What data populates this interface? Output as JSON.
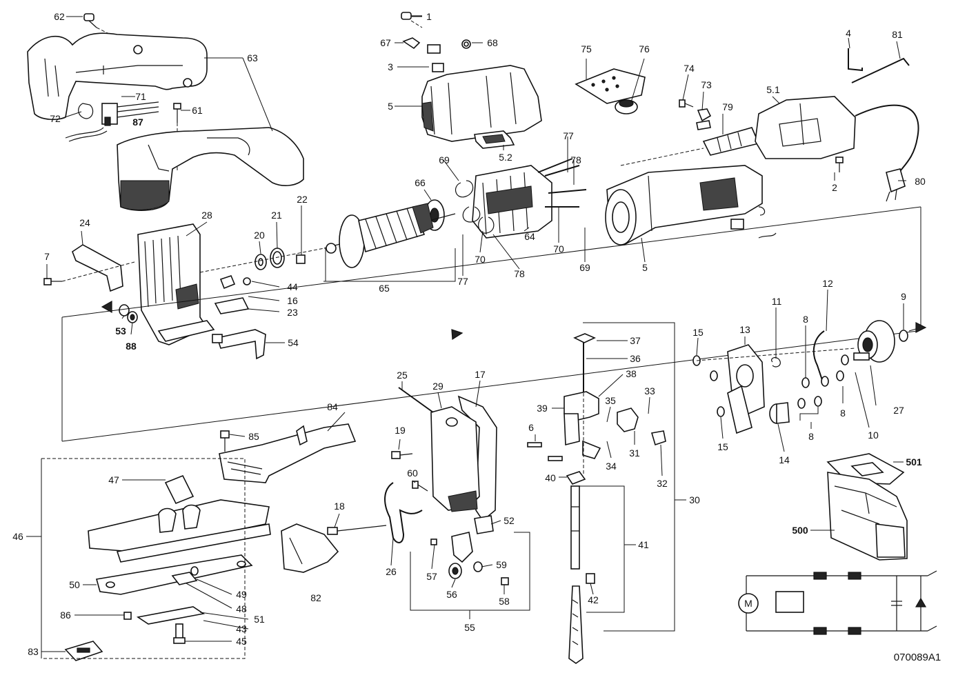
{
  "labels": {
    "l62": "62",
    "l1": "1",
    "l67": "67",
    "l68": "68",
    "l4": "4",
    "l81": "81",
    "l63": "63",
    "l3": "3",
    "l75": "75",
    "l76": "76",
    "l74": "74",
    "l73": "73",
    "l5_1": "5.1",
    "l71": "71",
    "l61": "61",
    "l72": "72",
    "l87": "87",
    "l5a": "5",
    "l79": "79",
    "l77a": "77",
    "l5_2": "5.2",
    "l69a": "69",
    "l78a": "78",
    "l2": "2",
    "l80": "80",
    "l66": "66",
    "l22": "22",
    "l24": "24",
    "l28": "28",
    "l21": "21",
    "l20": "20",
    "l7": "7",
    "l64": "64",
    "l70a": "70",
    "l70b": "70",
    "l69b": "69",
    "l5b": "5",
    "l77b": "77",
    "l78b": "78",
    "l44": "44",
    "l16": "16",
    "l65": "65",
    "l23": "23",
    "l53": "53",
    "l88": "88",
    "l54": "54",
    "l12": "12",
    "l11": "11",
    "l9": "9",
    "l8a": "8",
    "l15a": "15",
    "l13": "13",
    "l37": "37",
    "l36": "36",
    "l38": "38",
    "l25": "25",
    "l29": "29",
    "l17": "17",
    "l35": "35",
    "l33": "33",
    "l39": "39",
    "l27": "27",
    "l8b": "8",
    "l10": "10",
    "l8c": "8",
    "l84": "84",
    "l6": "6",
    "l19": "19",
    "l15b": "15",
    "l14": "14",
    "l85": "85",
    "l31": "31",
    "l34": "34",
    "l501": "501",
    "l60": "60",
    "l47": "47",
    "l40": "40",
    "l32": "32",
    "l30": "30",
    "l18": "18",
    "l52": "52",
    "l500": "500",
    "l46": "46",
    "l41": "41",
    "l59": "59",
    "l26": "26",
    "l57": "57",
    "l50": "50",
    "l49": "49",
    "l82": "82",
    "l56": "56",
    "l42": "42",
    "l48": "48",
    "l58": "58",
    "l86": "86",
    "l51": "51",
    "l55": "55",
    "l43": "43",
    "l45": "45",
    "l83": "83"
  },
  "drawing_code": "070089A1",
  "schematic": {
    "motor_symbol": "M"
  },
  "colors": {
    "ink": "#111111",
    "paper": "#ffffff"
  }
}
